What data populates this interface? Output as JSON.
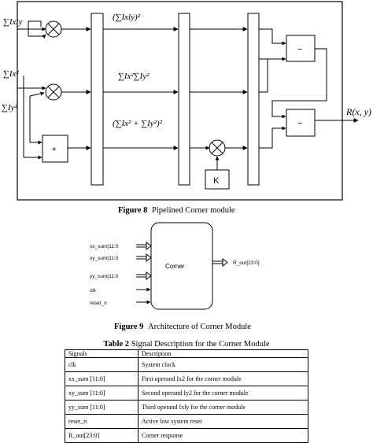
{
  "figure8": {
    "caption_bold": "Figure 8",
    "caption_text": " Pipelined Corner module",
    "input_sum_ixiy": "∑Ixly",
    "input_sum_ix2": "∑Ix²",
    "input_sum_iy2": "∑Iy²",
    "stage_label_1": "(∑Ixly)²",
    "stage_label_2": "∑Ix²∑Iy²",
    "stage_label_3": "(∑Ix² + ∑Iy²)²",
    "multiply_symbol": "×",
    "adder_symbol": "+",
    "subtract_symbol_1": "−",
    "subtract_symbol_2": "−",
    "constant_label": "K",
    "output_label": "R(x, y)"
  },
  "figure9": {
    "caption_bold": "Figure 9",
    "caption_text": " Architecture of Corner Module",
    "module_label": "Corner",
    "inputs": [
      "xx_sum[11:0",
      "xy_sum[11:0",
      "yy_sum[11:0",
      "clk",
      "reset_n"
    ],
    "output": "R_out[23:0]"
  },
  "table2": {
    "title_bold": "Table 2",
    "title_text": " Signal Description for the Corner Module",
    "headers": [
      "Signals",
      "Description"
    ],
    "rows": [
      [
        "clk",
        "System clock"
      ],
      [
        "xx_sum [11:0]",
        "First  operand Ix2 for the corner module"
      ],
      [
        "xy_sum [11:0]",
        "Second operand Iy2 for the corner module"
      ],
      [
        "yy_sum [11:0]",
        "Third operand Ixly  for the corner module"
      ],
      [
        "reset_n",
        "Active low system reset"
      ],
      [
        "R_out[23:0]",
        "Corner response"
      ]
    ]
  }
}
